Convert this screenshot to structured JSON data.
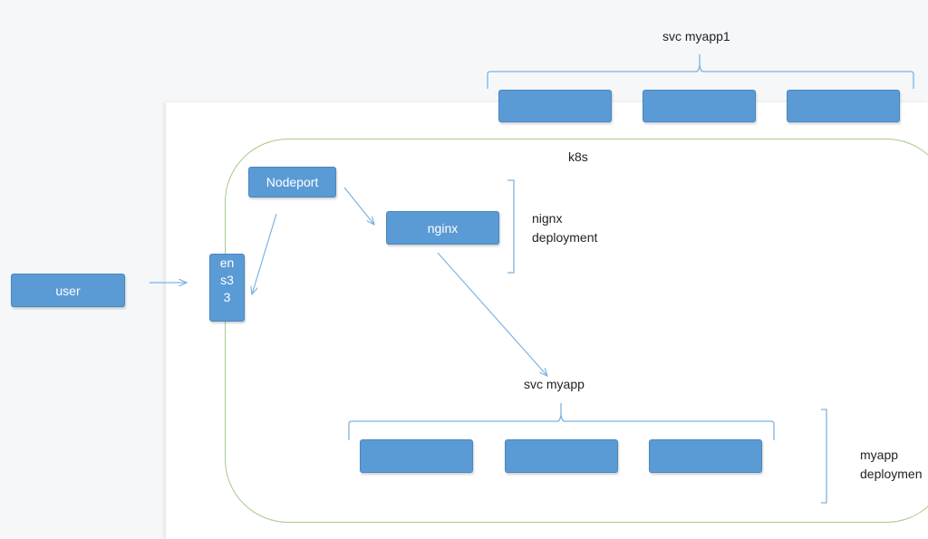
{
  "nodes": {
    "user": "user",
    "nodeport": "Nodeport",
    "ens33": [
      "en",
      "s3",
      "3"
    ],
    "nginx": "nginx"
  },
  "labels": {
    "k8s": "k8s",
    "svc_myapp1": "svc myapp1",
    "svc_myapp": "svc myapp",
    "nginx_deployment": [
      "nignx",
      "deployment"
    ],
    "myapp_deployment": [
      "myapp",
      "deploymen"
    ]
  },
  "colors": {
    "box_fill": "#5b9bd5",
    "box_border": "#4a86bf",
    "connector": "#7fb3e0",
    "k8s_border": "#a9c98a",
    "background": "#f5f7f9",
    "paper": "#ffffff"
  }
}
